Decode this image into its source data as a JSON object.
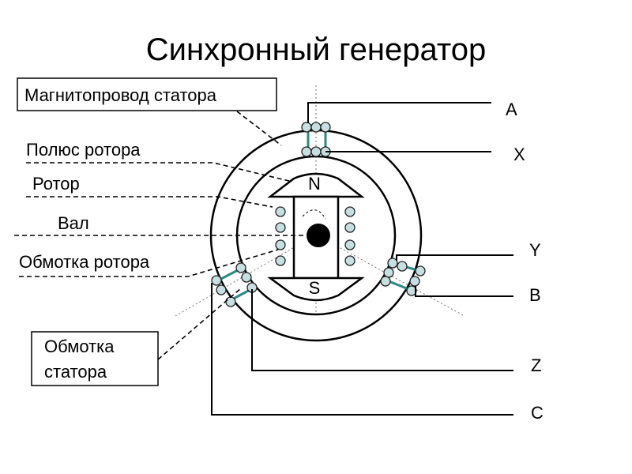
{
  "title": "Синхронный генератор",
  "labels": {
    "stator_core": "Магнитопровод статора",
    "rotor_pole": "Полюс ротора",
    "rotor": "Ротор",
    "shaft": "Вал",
    "rotor_winding": "Обмотка ротора",
    "stator_winding_line1": "Обмотка",
    "stator_winding_line2": "статора"
  },
  "poles": {
    "north": "N",
    "south": "S"
  },
  "terminals": {
    "A": "A",
    "X": "X",
    "Y": "Y",
    "B": "B",
    "Z": "Z",
    "C": "C"
  },
  "colors": {
    "coil_fill": "#c6dfe0",
    "coil_link": "#2a8a84",
    "line": "#000000"
  }
}
